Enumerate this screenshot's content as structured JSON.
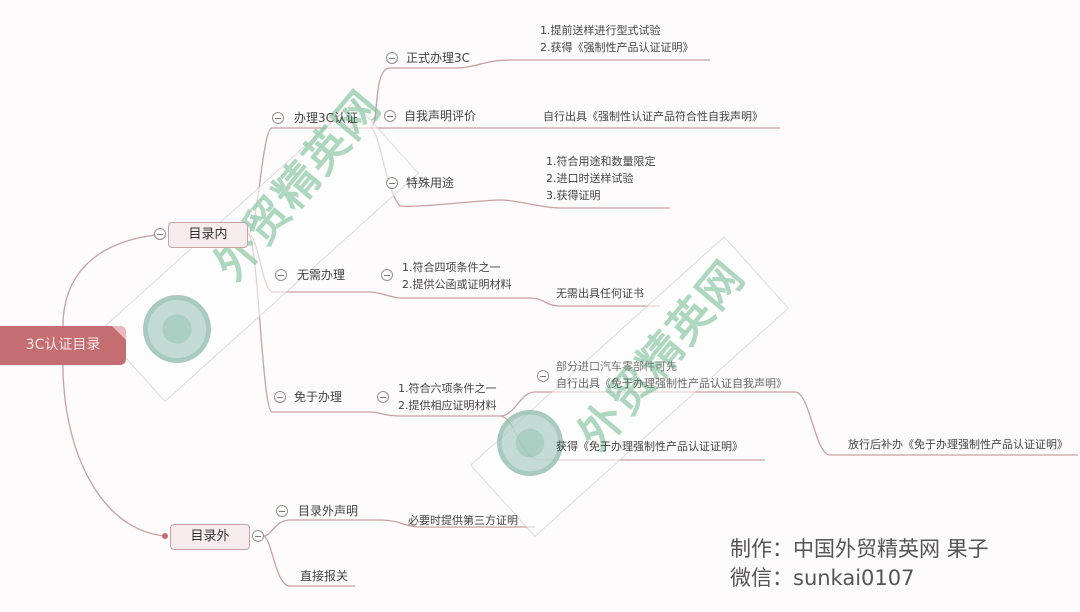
{
  "root": {
    "label": "3C认证目录",
    "color": "#c56e72"
  },
  "branches": {
    "in_catalog": {
      "label": "目录内",
      "children": {
        "apply_3c": {
          "label": "办理3C认证",
          "children": {
            "formal": {
              "label": "正式办理3C",
              "details": [
                "1.提前送样进行型式试验",
                "2.获得《强制性产品认证证明》"
              ]
            },
            "self_declare": {
              "label": "自我声明评价",
              "details": [
                "自行出具《强制性认证产品符合性自我声明》"
              ]
            },
            "special_use": {
              "label": "特殊用途",
              "details": [
                "1.符合用途和数量限定",
                "2.进口时送样试验",
                "3.获得证明"
              ]
            }
          }
        },
        "no_need": {
          "label": "无需办理",
          "conditions": [
            "1.符合四项条件之一",
            "2.提供公函或证明材料"
          ],
          "result": "无需出具任何证书"
        },
        "exempt": {
          "label": "免于办理",
          "conditions": [
            "1.符合六项条件之一",
            "2.提供相应证明材料"
          ],
          "option_a": [
            "部分进口汽车零部件可先",
            "自行出具《免于办理强制性产品认证自我声明》"
          ],
          "option_a_followup": "放行后补办《免于办理强制性产品认证证明》",
          "option_b": "获得《免于办理强制性产品认证证明》"
        }
      }
    },
    "out_catalog": {
      "label": "目录外",
      "children": {
        "declaration": {
          "label": "目录外声明",
          "detail": "必要时提供第三方证明"
        },
        "direct": {
          "label": "直接报关"
        }
      }
    }
  },
  "credit": {
    "line1": "制作：中国外贸精英网  果子",
    "line2": "微信：sunkai0107"
  },
  "watermark": {
    "text": "外贸精英网"
  },
  "colors": {
    "line": "#c9a0a3",
    "box_fill": "#f7eced",
    "watermark": "#78be96"
  }
}
